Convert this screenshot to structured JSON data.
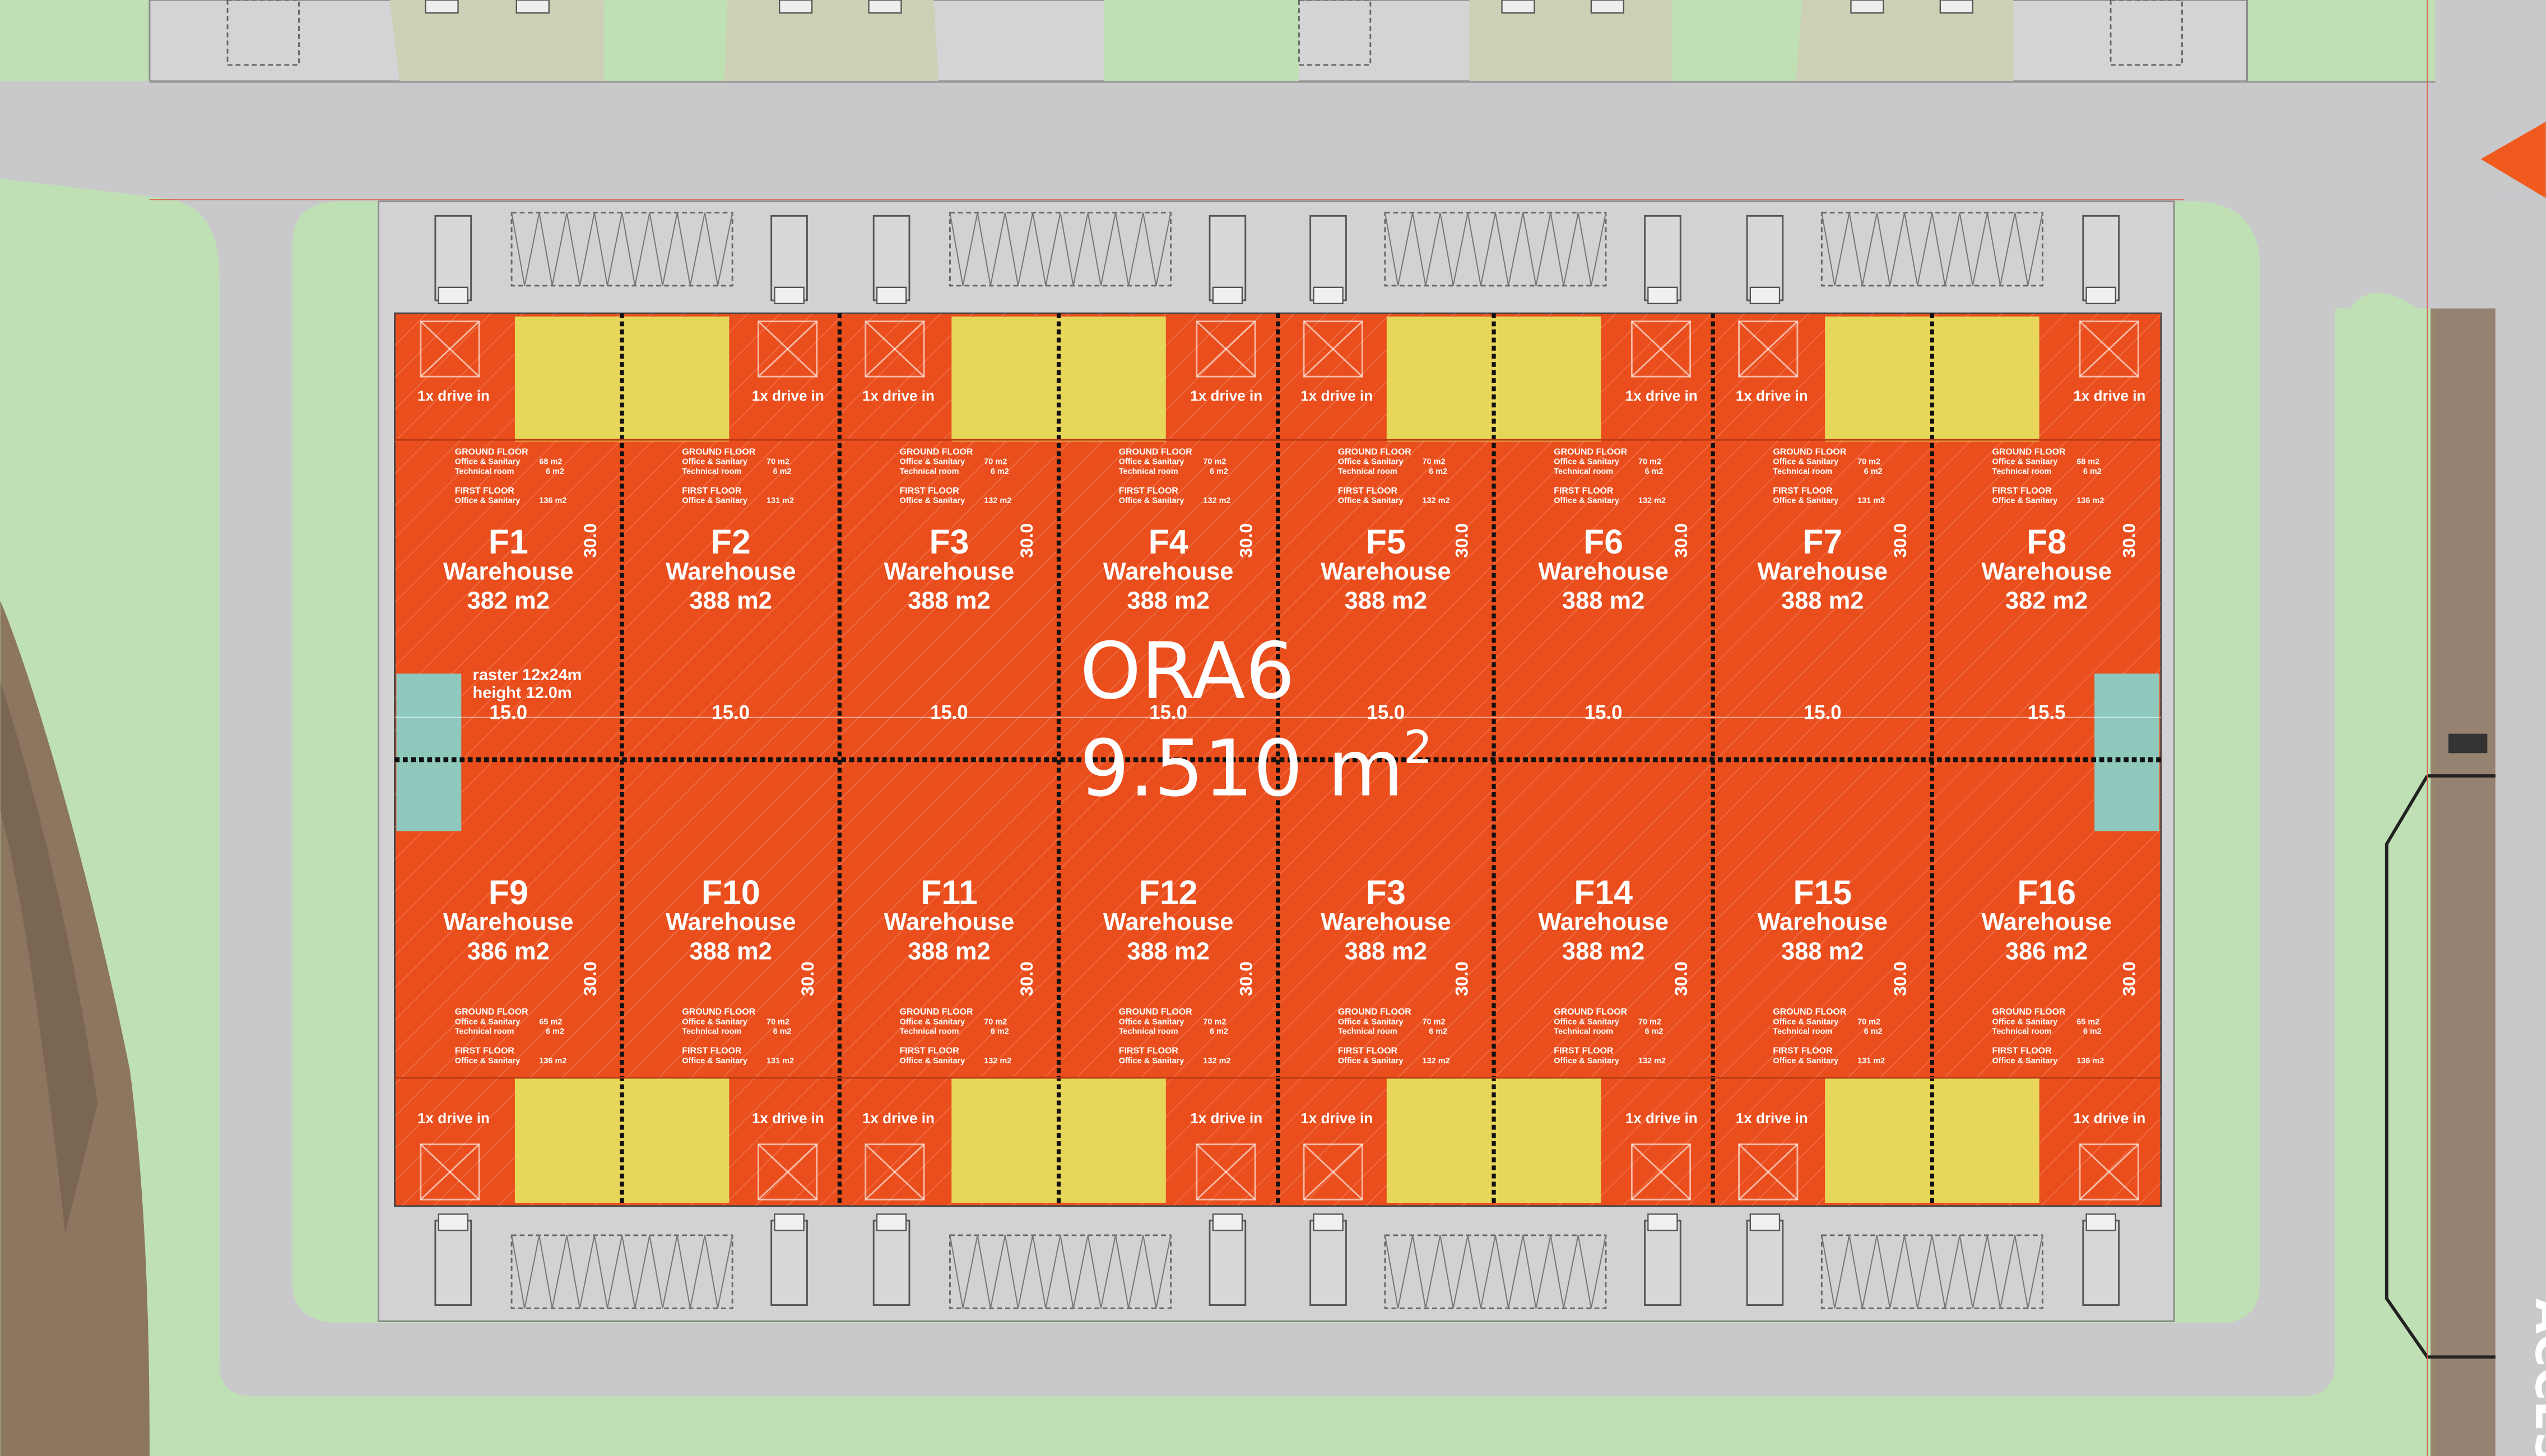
{
  "colors": {
    "grass": "#bfe0b4",
    "road": "#c9c9cc",
    "yard": "#d2d2d4",
    "warehouse": "#ea4e1d",
    "office_block": "#e6d65a",
    "teal_core": "#8fc8bc",
    "dirt": "#8d7660",
    "access_arrow": "#f05a1e"
  },
  "building": {
    "name": "ORA6",
    "area": "9.510 m",
    "area_sup": "2",
    "raster_note": "raster 12x24m",
    "height_note": "height 12.0m"
  },
  "drive_in_label": "1x drive in",
  "access_label": "ACCES",
  "units_top": [
    {
      "id": "F1",
      "type": "Warehouse",
      "area": "382 m2",
      "width": "15.0",
      "depth": "30.0",
      "drive_side": "left"
    },
    {
      "id": "F2",
      "type": "Warehouse",
      "area": "388 m2",
      "width": "15.0",
      "depth": "",
      "drive_side": "right"
    },
    {
      "id": "F3",
      "type": "Warehouse",
      "area": "388 m2",
      "width": "15.0",
      "depth": "30.0",
      "drive_side": "left"
    },
    {
      "id": "F4",
      "type": "Warehouse",
      "area": "388 m2",
      "width": "15.0",
      "depth": "30.0",
      "drive_side": "right"
    },
    {
      "id": "F5",
      "type": "Warehouse",
      "area": "388 m2",
      "width": "15.0",
      "depth": "30.0",
      "drive_side": "left"
    },
    {
      "id": "F6",
      "type": "Warehouse",
      "area": "388 m2",
      "width": "15.0",
      "depth": "30.0",
      "drive_side": "right"
    },
    {
      "id": "F7",
      "type": "Warehouse",
      "area": "388 m2",
      "width": "15.0",
      "depth": "30.0",
      "drive_side": "left"
    },
    {
      "id": "F8",
      "type": "Warehouse",
      "area": "382 m2",
      "width": "15.5",
      "depth": "30.0",
      "drive_side": "right"
    }
  ],
  "units_bottom": [
    {
      "id": "F9",
      "type": "Warehouse",
      "area": "386 m2",
      "depth": "30.0",
      "drive_side": "left"
    },
    {
      "id": "F10",
      "type": "Warehouse",
      "area": "388 m2",
      "depth": "30.0",
      "drive_side": "right"
    },
    {
      "id": "F11",
      "type": "Warehouse",
      "area": "388 m2",
      "depth": "30.0",
      "drive_side": "left"
    },
    {
      "id": "F12",
      "type": "Warehouse",
      "area": "388 m2",
      "depth": "30.0",
      "drive_side": "right"
    },
    {
      "id": "F3",
      "type": "Warehouse",
      "area": "388 m2",
      "depth": "30.0",
      "drive_side": "left"
    },
    {
      "id": "F14",
      "type": "Warehouse",
      "area": "388 m2",
      "depth": "30.0",
      "drive_side": "right"
    },
    {
      "id": "F15",
      "type": "Warehouse",
      "area": "388 m2",
      "depth": "30.0",
      "drive_side": "left"
    },
    {
      "id": "F16",
      "type": "Warehouse",
      "area": "386 m2",
      "depth": "30.0",
      "drive_side": "right"
    }
  ],
  "office_lines": {
    "ground_floor": "GROUND FLOOR",
    "office_sanitary": "Office & Sanitary",
    "technical_room": "Technical room",
    "first_floor": "FIRST FLOOR",
    "tech_area": "6 m2"
  },
  "office_values_top": [
    {
      "gf": "68 m2",
      "ff": "136 m2"
    },
    {
      "gf": "70 m2",
      "ff": "131 m2"
    },
    {
      "gf": "70 m2",
      "ff": "132 m2"
    },
    {
      "gf": "70 m2",
      "ff": "132 m2"
    },
    {
      "gf": "70 m2",
      "ff": "132 m2"
    },
    {
      "gf": "70 m2",
      "ff": "132 m2"
    },
    {
      "gf": "70 m2",
      "ff": "131 m2"
    },
    {
      "gf": "68 m2",
      "ff": "136 m2"
    }
  ],
  "office_values_bottom": [
    {
      "gf": "65 m2",
      "ff": "136 m2"
    },
    {
      "gf": "70 m2",
      "ff": "131 m2"
    },
    {
      "gf": "70 m2",
      "ff": "132 m2"
    },
    {
      "gf": "70 m2",
      "ff": "132 m2"
    },
    {
      "gf": "70 m2",
      "ff": "132 m2"
    },
    {
      "gf": "70 m2",
      "ff": "132 m2"
    },
    {
      "gf": "70 m2",
      "ff": "131 m2"
    },
    {
      "gf": "65 m2",
      "ff": "136 m2"
    }
  ]
}
